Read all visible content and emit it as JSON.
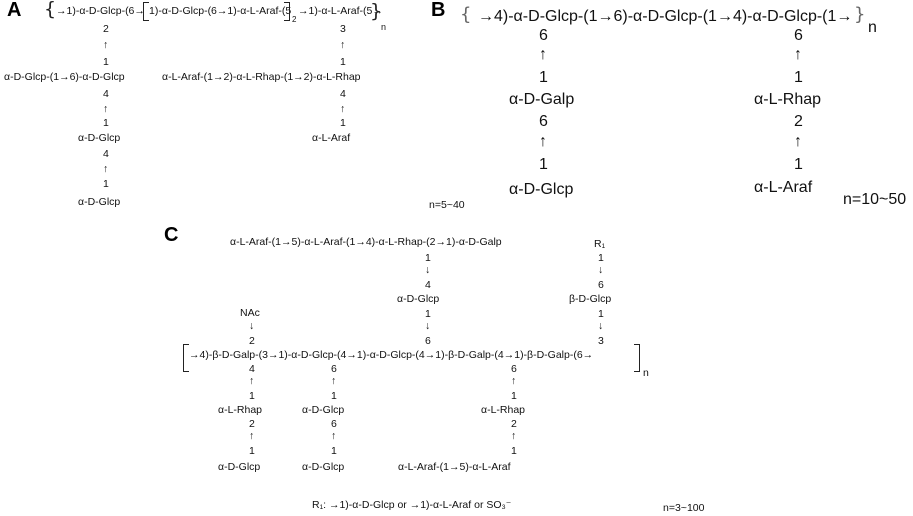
{
  "panel_a": {
    "label": "A",
    "backbone": "→1)-α-D-Glcp-(6→ [1)-α-D-Glcp-(6→1)-α-L-Araf-(5] →1)-α-L-Araf-(5→",
    "backbone_part1": "→1)-α-D-Glcp-(6→",
    "backbone_part2": "1)-α-D-Glcp-(6→1)-α-L-Araf-(5",
    "backbone_part3": "→1)-α-L-Araf-(5→",
    "repeat_subscript": "2",
    "n_subscript": "n",
    "left_branch": {
      "link1_top": "2",
      "arrow1": "↑",
      "link1_bottom": "1",
      "unit1": "α-D-Glcp-(1→6)-α-D-Glcp",
      "link2_top": "4",
      "arrow2": "↑",
      "link2_bottom": "1",
      "unit2": "α-D-Glcp",
      "link3_top": "4",
      "arrow3": "↑",
      "link3_bottom": "1",
      "unit3": "α-D-Glcp"
    },
    "right_branch": {
      "link1_top": "3",
      "arrow1": "↑",
      "link1_bottom": "1",
      "unit1": "α-L-Araf-(1→2)-α-L-Rhap-(1→2)-α-L-Rhap",
      "link2_top": "4",
      "arrow2": "↑",
      "link2_bottom": "1",
      "unit2": "α-L-Araf"
    },
    "n_range": "n=5~40"
  },
  "panel_b": {
    "label": "B",
    "backbone": "→4)-α-D-Glcp-(1→6)-α-D-Glcp-(1→4)-α-D-Glcp-(1→",
    "n_subscript": "n",
    "left_branch": {
      "link1_top": "6",
      "arrow1": "↑",
      "link1_bottom": "1",
      "unit1": "α-D-Galp",
      "link2_top": "6",
      "arrow2": "↑",
      "link2_bottom": "1",
      "unit2": "α-D-Glcp"
    },
    "right_branch": {
      "link1_top": "6",
      "arrow1": "↑",
      "link1_bottom": "1",
      "unit1": "α-L-Rhap",
      "link2_top": "2",
      "arrow2": "↑",
      "link2_bottom": "1",
      "unit2": "α-L-Araf"
    },
    "n_range": "n=10~50"
  },
  "panel_c": {
    "label": "C",
    "top_chain": "α-L-Araf-(1→5)-α-L-Araf-(1→4)-α-L-Rhap-(2→1)-α-D-Galp",
    "top_link1": "1",
    "top_arrow1": "↓",
    "top_link2": "4",
    "top_unit": "α-D-Glcp",
    "top_link3": "1",
    "top_arrow2": "↓",
    "top_link4": "6",
    "r1_branch": {
      "r1": "R₁",
      "link1": "1",
      "arrow1": "↓",
      "link2": "6",
      "unit": "β-D-Glcp",
      "link3": "1",
      "arrow2": "↓",
      "link4": "3"
    },
    "nac_branch": {
      "nac": "NAc",
      "arrow": "↓",
      "link": "2"
    },
    "backbone": "→4)-β-D-Galp-(3→1)-α-D-Glcp-(4→1)-α-D-Glcp-(4→1)-β-D-Galp-(4→1)-β-D-Galp-(6→",
    "n_subscript": "n",
    "below1": {
      "link1_top": "4",
      "arrow1": "↑",
      "link1_bottom": "1",
      "unit1": "α-L-Rhap",
      "link2_top": "2",
      "arrow2": "↑",
      "link2_bottom": "1",
      "unit2": "α-D-Glcp"
    },
    "below2": {
      "link1_top": "6",
      "arrow1": "↑",
      "link1_bottom": "1",
      "unit1": "α-D-Glcp",
      "link2_top": "6",
      "arrow2": "↑",
      "link2_bottom": "1",
      "unit2": "α-D-Glcp"
    },
    "below3": {
      "link1_top": "6",
      "arrow1": "↑",
      "link1_bottom": "1",
      "unit1": "α-L-Rhap",
      "link2_top": "2",
      "arrow2": "↑",
      "link2_bottom": "1",
      "unit2": "α-L-Araf-(1→5)-α-L-Araf"
    },
    "r1_note": "R₁: →1)-α-D-Glcp or →1)-α-L-Araf or SO₃⁻",
    "n_range": "n=3~100"
  }
}
